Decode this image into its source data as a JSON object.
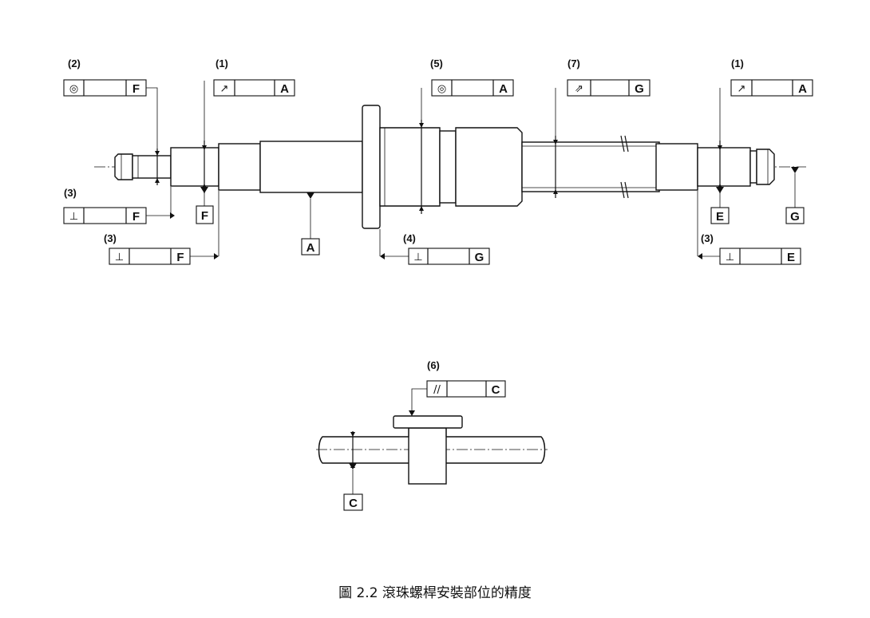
{
  "caption": "圖 2.2 滾珠螺桿安裝部位的精度",
  "callouts": {
    "n1_left": "(1)",
    "n2": "(2)",
    "n3_left_upper": "(3)",
    "n3_left_lower": "(3)",
    "n4": "(4)",
    "n5": "(5)",
    "n7": "(7)",
    "n1_right": "(1)",
    "n3_right": "(3)",
    "n6": "(6)"
  },
  "frames": {
    "f2": {
      "symbol": "◎",
      "datum": "F"
    },
    "f1a": {
      "symbol": "↗",
      "datum": "A"
    },
    "f5": {
      "symbol": "◎",
      "datum": "A"
    },
    "f7": {
      "symbol": "⇗",
      "datum": "G"
    },
    "f1b": {
      "symbol": "↗",
      "datum": "A"
    },
    "f3a": {
      "symbol": "⊥",
      "datum": "F"
    },
    "f3b": {
      "symbol": "⊥",
      "datum": "F"
    },
    "f4": {
      "symbol": "⊥",
      "datum": "G"
    },
    "f3c": {
      "symbol": "⊥",
      "datum": "E"
    },
    "f6": {
      "symbol": "//",
      "datum": "C"
    }
  },
  "datums": {
    "F": "F",
    "A": "A",
    "E": "E",
    "G": "G",
    "C": "C"
  }
}
